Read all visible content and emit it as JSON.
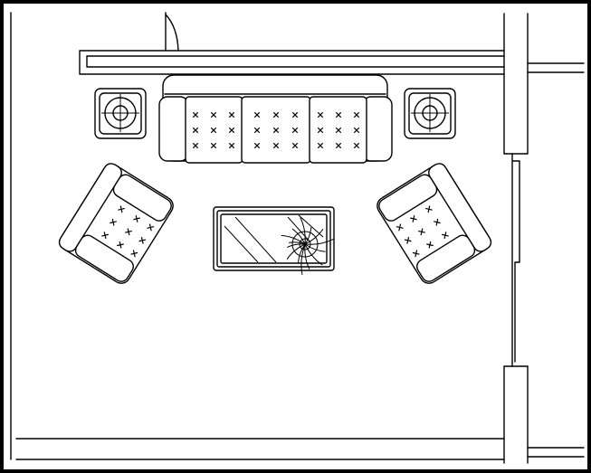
{
  "plan": {
    "frame_color": "#000000",
    "line_color": "#000000",
    "background_color": "#ffffff"
  },
  "furniture": {
    "sofa": {
      "seats": 3
    },
    "armchairs": {
      "count": 2
    },
    "end_tables": {
      "count": 2
    },
    "coffee_table": {
      "has_plant": true
    }
  }
}
